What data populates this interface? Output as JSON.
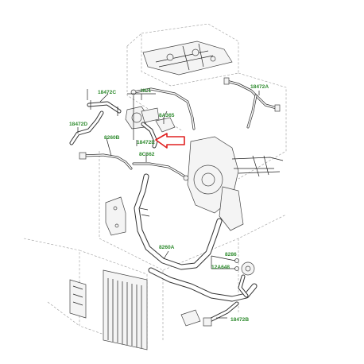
{
  "labels": {
    "hose_18472A": "18472A",
    "hose_18472B": "18472B",
    "hose_18472C": "18472C",
    "hose_18472D": "18472D",
    "hose_18472E": "18472E",
    "clip_HC1": "HC1",
    "valve_8A365": "8A365",
    "hose_8260B": "8260B",
    "sensor_8C362": "8C362",
    "hose_8260A": "8260A",
    "clip_8286": "8286",
    "sensor_12A648": "12A648"
  },
  "colors": {
    "label_green": "#2e8b2e",
    "highlight_arrow": "#e02020",
    "line_art": "#333333",
    "ghost_dash": "#9a9a9a"
  },
  "highlighted_part": "hose_18472E"
}
